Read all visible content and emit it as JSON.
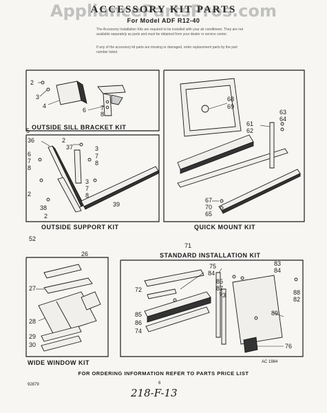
{
  "watermark": "AppliancePartsPros.com",
  "header": {
    "title": "ACCESSORY KIT PARTS",
    "subtitle": "For Model ADF R12-40",
    "note_1": "The Accessory Installation Kits are required to be installed with your air conditioner. They are not available separately as parts and must be obtained from your dealer or service center.",
    "note_2": "If any of the accessory kit parts are missing or damaged, order replacement parts by the part number listed."
  },
  "kits": {
    "outside_sill": "OUTSIDE SILL BRACKET KIT",
    "outside_support": "OUTSIDE SUPPORT KIT",
    "quick_mount": "QUICK MOUNT KIT",
    "standard_installation": "STANDARD INSTALLATION KIT",
    "wide_window": "WIDE WINDOW KIT"
  },
  "callouts": {
    "sill": [
      "2",
      "3",
      "4",
      "6",
      "7",
      "8",
      "5"
    ],
    "support": [
      "36",
      "2",
      "37",
      "3",
      "7",
      "8",
      "6",
      "7",
      "8",
      "2",
      "38",
      "2",
      "3",
      "7",
      "8",
      "39",
      "52"
    ],
    "quick": [
      "68",
      "69",
      "61",
      "62",
      "63",
      "64",
      "67",
      "70",
      "65"
    ],
    "standard": [
      "71",
      "75",
      "84",
      "83",
      "84",
      "85",
      "87",
      "72",
      "85",
      "86",
      "74",
      "73",
      "88",
      "82",
      "89",
      "76"
    ],
    "wide": [
      "26",
      "27",
      "28",
      "29",
      "30"
    ]
  },
  "code_ac": "AC 1984",
  "footer": "FOR ORDERING INFORMATION REFER TO PARTS PRICE LIST",
  "page_code": "92879",
  "page_number": "6",
  "handwritten": "218-F-13"
}
